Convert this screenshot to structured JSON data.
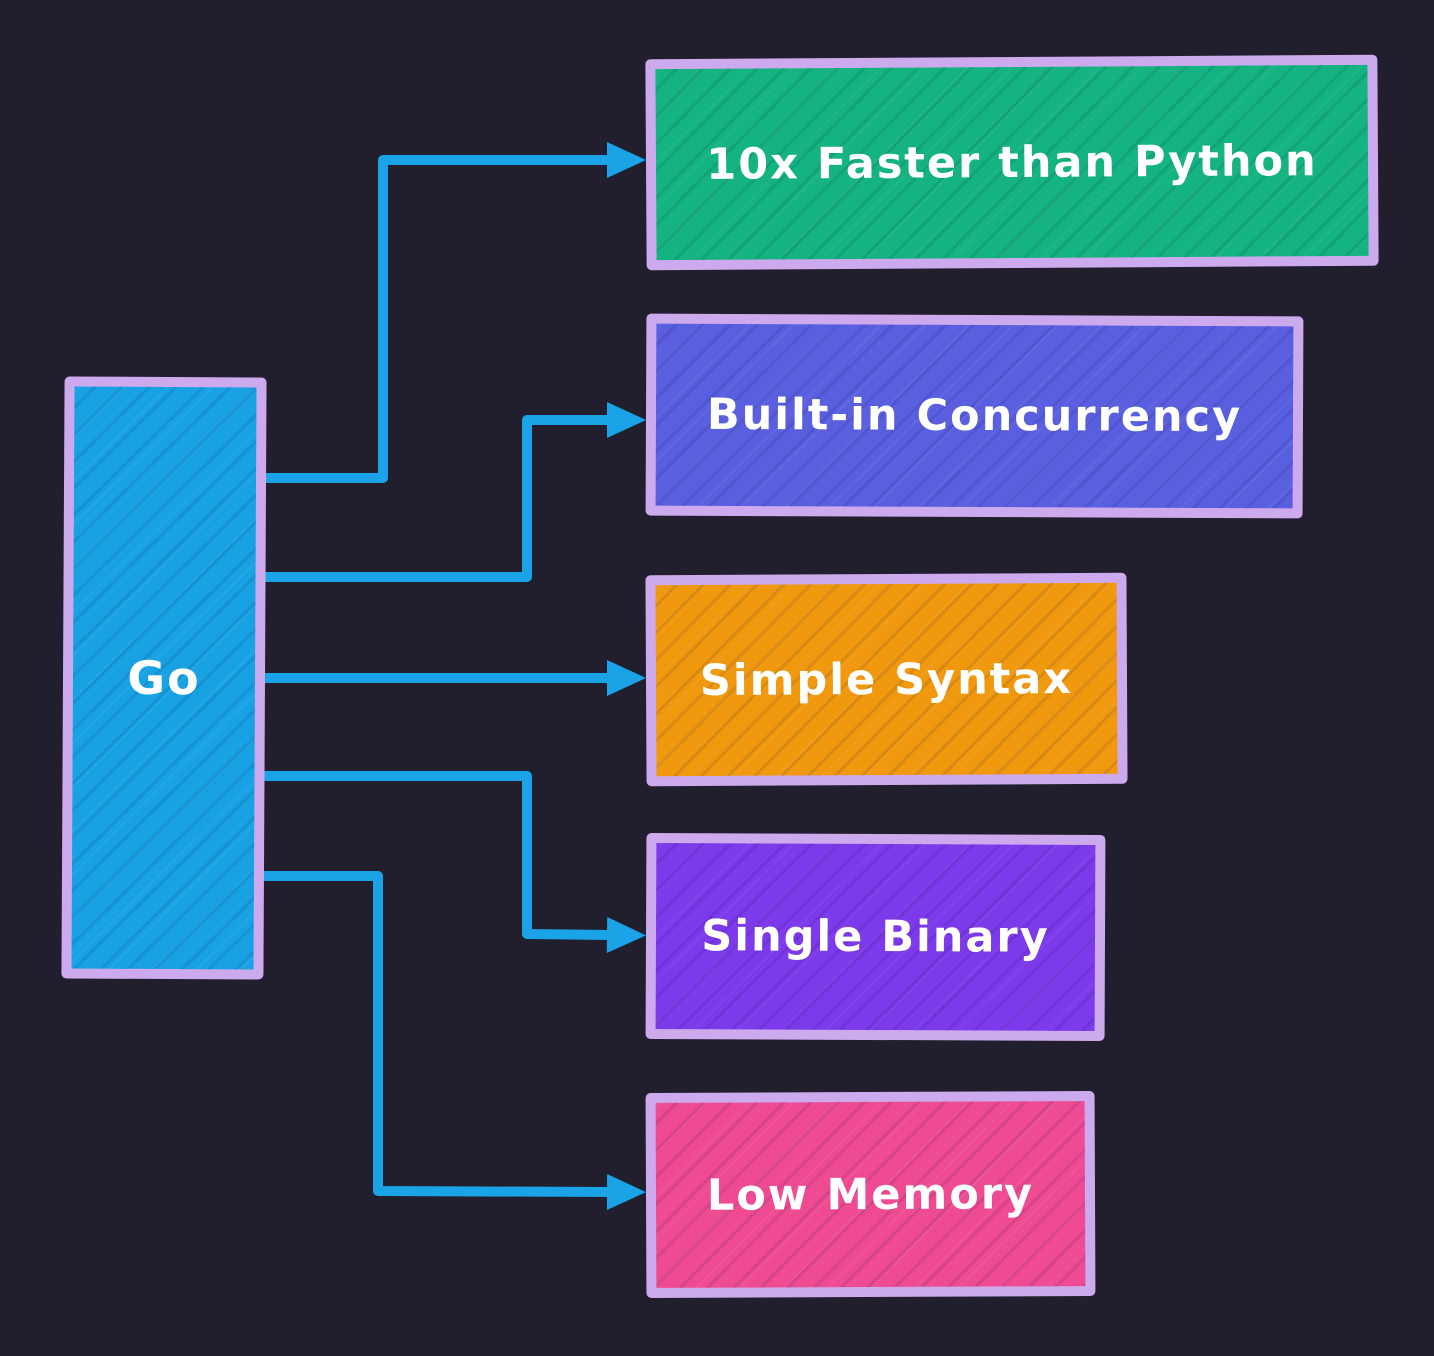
{
  "diagram": {
    "root_node": {
      "label": "Go",
      "fill": "#18a2e4"
    },
    "features": [
      {
        "label": "10x Faster than Python",
        "fill": "#15b381"
      },
      {
        "label": "Built-in Concurrency",
        "fill": "#5a5fe0"
      },
      {
        "label": "Simple Syntax",
        "fill": "#f0990f"
      },
      {
        "label": "Single Binary",
        "fill": "#7c3aea"
      },
      {
        "label": "Low Memory",
        "fill": "#ee4b93"
      }
    ],
    "edges": [
      {
        "from": "Go",
        "to": "10x Faster than Python"
      },
      {
        "from": "Go",
        "to": "Built-in Concurrency"
      },
      {
        "from": "Go",
        "to": "Simple Syntax"
      },
      {
        "from": "Go",
        "to": "Single Binary"
      },
      {
        "from": "Go",
        "to": "Low Memory"
      }
    ],
    "style": {
      "background": "#211e2e",
      "border_color": "#cda9ee",
      "arrow_color": "#1aa3e6",
      "text_color": "#ffffff"
    }
  }
}
